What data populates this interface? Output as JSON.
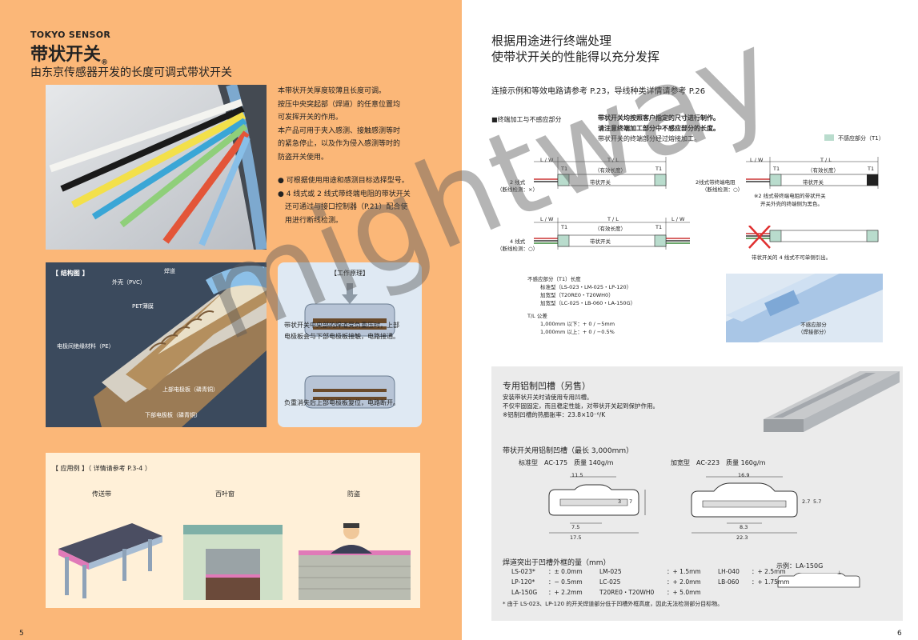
{
  "left": {
    "brand_en": "TOKYO SENSOR",
    "brand_title": "带状开关",
    "reg_mark": "®",
    "subtitle": "由东京传感器开发的长度可调式带状开关",
    "desc": [
      "本带状开关厚度较薄且长度可调。",
      "按压中央突起部（焊道）的任意位置均",
      "可发挥开关的作用。",
      "本产品可用于夹入感测、接触感测等时",
      "的紧急停止，以及作为侵入感测等时的",
      "防盗开关使用。"
    ],
    "bullets": [
      "可根据使用用途和感测目标选择型号。",
      "4 线式或 2 线式带终端电阻的带状开关",
      "还可通过与接口控制器（P.21）配合使",
      "用进行断线检测。"
    ],
    "structure": {
      "title": "【 结构图 】",
      "weld": "焊道",
      "outer": "外壳（PVC）",
      "pet": "PET薄膜",
      "insul": "电极间绝缘材料（PE）",
      "upper": "上部电极板（磷青铜）",
      "lower": "下部电极板（磷青铜）"
    },
    "principle": {
      "title": "【工作原理】",
      "text1": "带状开关中央部的焊道受负重压时，上部",
      "text2": "电极板会与下部电极板接触，电路接通。",
      "text3": "负重消失后上部电极板复位，电路断开。"
    },
    "apps": {
      "title": "【 应用例 】（ 详情请参考 P.3-4 ）",
      "items": [
        "传送带",
        "百叶窗",
        "防盗"
      ]
    },
    "page_number": "5"
  },
  "right": {
    "heading1": "根据用途进行终端处理",
    "heading2": "使带状开关的性能得以充分发挥",
    "connect_note": "连接示例和等效电路请参考 P.23，导线种类详情请参考 P.26",
    "term_label": "■终端加工与不感应部分",
    "term_bold1": "带状开关均按照客户指定的尺寸进行制作。",
    "term_bold2": "请注意终端加工部分中不感应部分的长度。",
    "term_note": "带状开关的终端部分经过熔接加工。",
    "legend": "不感应部分（T1）",
    "diag": {
      "lw": "L / W",
      "tl": "T / L",
      "t1": "T1",
      "effective": "（有效长度）",
      "switch": "带状开关",
      "two_wire": "2 线式",
      "two_wire_sub": "（断线检测：×）",
      "two_wire_r": "2线式带终端电阻",
      "two_wire_r_sub": "（断线检测：○）",
      "four_wire": "4 线式",
      "four_wire_sub": "（断线检测：○）",
      "note_r1": "※2 线式带终端电阻的带状开关",
      "note_r2": "开关外壳的终端侧为黑色。",
      "note_x": "带状开关的 4 线式不可单侧引出。"
    },
    "t1_table": {
      "title": "不感应部分（T1）长度",
      "row1": "标准型（LS-023・LM-025・LP-120）",
      "row2": "加宽型（T20RE0・T20WH0）",
      "row3": "加宽型（LC-025・LB-060・LA-150G）",
      "tol_title": "T/L 公差",
      "tol1": "1,000mm 以下：+ 0 / −5mm",
      "tol2": "1,000mm 以上：+ 0 / −0.5%"
    },
    "nonsense_label1": "不感应部分",
    "nonsense_label2": "（焊接部分）",
    "rail": {
      "title": "专用铝制凹槽（另售）",
      "desc1": "安装带状开关时请使用专用凹槽。",
      "desc2": "不仅牢固固定，而且稳定性能，对带状开关起到保护作用。",
      "desc3": "※铝制凹槽的热膨胀率：23.8×10⁻⁶/K",
      "subtitle": "带状开关用铝制凹槽（最长 3,000mm）",
      "std_label": "标准型　AC-175　质量 140g/m",
      "wide_label": "加宽型　AC-223　质量 160g/m",
      "dim_std": {
        "a": "11.5",
        "b": "7.5",
        "c": "17.5",
        "d": "3",
        "e": "7"
      },
      "dim_wide": {
        "a": "16.9",
        "b": "8.3",
        "c": "22.3",
        "d": "2.7",
        "e": "5.7"
      },
      "protrude_title": "焊道突出于凹槽外框的量（mm）",
      "example": "示例：LA-150G",
      "protrude": [
        [
          "LS-023*",
          "：± 0.0mm",
          "LM-025",
          "：+ 1.5mm",
          "LH-040",
          "：+ 2.5mm"
        ],
        [
          "LP-120*",
          "：− 0.5mm",
          "LC-025",
          "：+ 2.0mm",
          "LB-060",
          "：+ 1.75mm"
        ],
        [
          "LA-150G",
          "：+ 2.2mm",
          "T20RE0・T20WH0",
          "：+ 5.0mm",
          "",
          ""
        ]
      ],
      "foot": "* 由于 LS-023、LP-120 的开关焊道部分低于凹槽外框高度，因此无法检测部分目标物。"
    },
    "page_number": "6"
  },
  "watermark": "mightway",
  "colors": {
    "left_bg": "#fbb778",
    "struct_bg": "#3b4a5d",
    "legend_green": "#b9dccd",
    "principle_bg": "#dfe9f3"
  }
}
